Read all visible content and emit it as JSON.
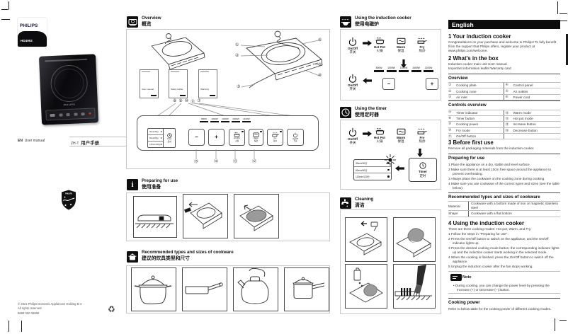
{
  "page": {
    "copyright1": "© 2021 Philips Domestic Appliances Holding B.V.",
    "copyright2": "All rights reserved.",
    "copyright3": "6688 000 05986"
  },
  "cover": {
    "brand": "PHILIPS",
    "model": "HD4902",
    "lang_en_code": "EN",
    "lang_en_text": "User manual",
    "lang_zh_code": "ZH-T",
    "lang_zh_text": "用户手册"
  },
  "sections": {
    "overview": {
      "en": "Overview",
      "zh": "概览"
    },
    "preparing": {
      "en": "Preparing for use",
      "zh": "使用准备"
    },
    "cookware": {
      "en": "Recommended types and sizes of cookware",
      "zh": "建议的炊具类型和尺寸"
    },
    "using": {
      "en": "Using the induction cooker",
      "zh": "使用电磁炉"
    },
    "timer": {
      "en": "Using the timer",
      "zh": "使用定时器"
    },
    "cleaning": {
      "en": "Cleaning",
      "zh": "清洁"
    }
  },
  "booklets": [
    "User manual",
    "Safety leaflet",
    "Warranty"
  ],
  "callouts": {
    "right": [
      "①",
      "②",
      "③",
      "④",
      "⑤",
      "⑥"
    ],
    "booklets_row": [
      "⑧",
      "⑨",
      "⑩",
      "⑪",
      "⑦"
    ],
    "panel": [
      "⑮",
      "⑭",
      "⑬",
      "⑫"
    ]
  },
  "controls": {
    "wattages": [
      "800W",
      "1000W",
      "1300W",
      "1600W",
      "2100W"
    ],
    "timer_rows": [
      "30min/30分",
      "60min/60分",
      "120min/120分"
    ],
    "on_off_en": "On/Off",
    "on_off_zh": "开关",
    "hot_pot_en": "Hot Pot",
    "hot_pot_zh": "火锅",
    "warm_en": "Warm",
    "warm_zh": "保温",
    "fry_en": "Fry",
    "fry_zh": "煎炒",
    "timer_en": "Timer",
    "timer_zh": "定时",
    "minus": "−",
    "plus": "+"
  },
  "english": {
    "header": "English",
    "s1_title": "1 Your induction cooker",
    "s1_body": "Congratulations on your purchase and welcome to Philips! To fully benefit from the support that Philips offers, register your product at www.philips.com/welcome.",
    "s2_title": "2 What's in the box",
    "s2_body": "Induction cooker main unit   User manual\nImportant information leaflet   Warranty card",
    "overview_title": "Overview",
    "overview_rows": [
      {
        "n1": "①",
        "t1": "Cooking plate",
        "n2": "④",
        "t2": "Control panel"
      },
      {
        "n1": "②",
        "t1": "Cooking zone",
        "n2": "⑤",
        "t2": "Air outlets"
      },
      {
        "n1": "③",
        "t1": "Air inlet",
        "n2": "⑥",
        "t2": "Power cord"
      }
    ],
    "controls_title": "Controls overview",
    "controls_rows": [
      {
        "n1": "⑦",
        "t1": "Timer indicator",
        "n2": "⑫",
        "t2": "Warm mode"
      },
      {
        "n1": "⑧",
        "t1": "Timer button",
        "n2": "⑬",
        "t2": "Hot pot mode"
      },
      {
        "n1": "⑨",
        "t1": "Cooking power",
        "n2": "⑭",
        "t2": "Increase button"
      },
      {
        "n1": "⑩",
        "t1": "Fry mode",
        "n2": "⑮",
        "t2": "Decrease button"
      },
      {
        "n1": "⑪",
        "t1": "On/Off button",
        "n2": "",
        "t2": ""
      }
    ],
    "s3_title": "3 Before first use",
    "s3_body": "Remove all packaging materials from the induction cooker.",
    "prep_title": "Preparing for use",
    "prep_steps": [
      "1  Place the appliance on a dry, stable and level surface.",
      "2  Make sure there is at least 10cm free space around the appliance to prevent overheating.",
      "3  Always place the cookware on the cooking zone during cooking.",
      "4  Make sure you use cookware of the correct types and sizes (see the table below)."
    ],
    "cookware_title": "Recommended types and sizes of cookware",
    "cookware_rows": [
      {
        "k": "Material",
        "v": "Cookware with a bottom made of iron or magnetic stainless steel"
      },
      {
        "k": "Shape",
        "v": "Cookware with a flat bottom"
      }
    ],
    "s4_title": "4    Using the induction cooker",
    "s4_intro": "There are three cooking modes: Hot pot, Warm, and Fry.",
    "s4_steps": [
      "1  Follow the steps in \"Preparing for use\".",
      "2  Press the On/Off button to switch on the appliance, and the On/Off indicator lights up.",
      "3  Press the desired cooking mode button, the corresponding indicator lights up and the induction cooker starts working in the selected mode.",
      "4  When the cooking is finished, press the On/Off button to switch off the appliance.",
      "5  Unplug the induction cooker after the fan stops working."
    ],
    "note_title": "Note",
    "note_body": "During cooking, you can change the power level by pressing the Increase (+) or Decrease (−) button.",
    "power_title": "Cooking power",
    "power_body": "Refer to below table for the cooking power of different cooking modes."
  }
}
